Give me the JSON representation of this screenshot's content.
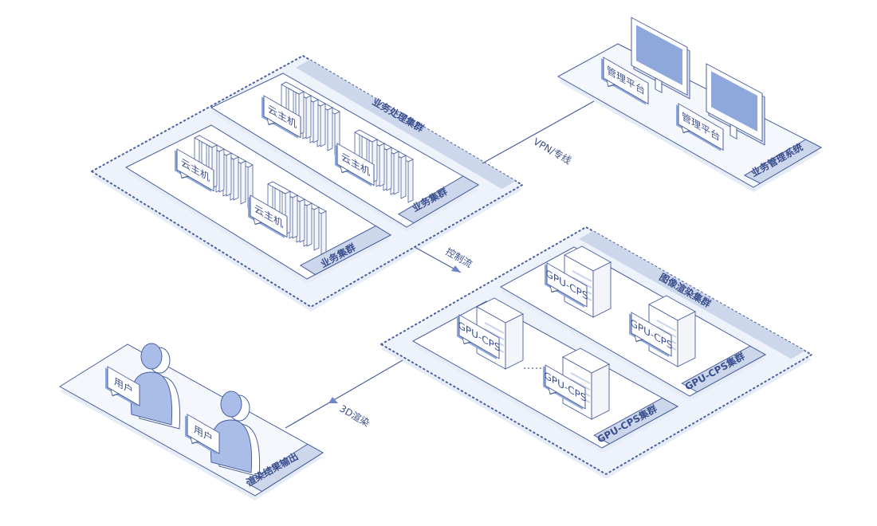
{
  "clusters": {
    "business_processing": "业务处理集群",
    "business_a": "业务集群",
    "business_b": "业务集群",
    "management": "业务管理系统",
    "render": "图像渲染集群",
    "gpu_a": "GPU-CPS集群",
    "gpu_b": "GPU-CPS集群",
    "output": "渲染结果输出"
  },
  "nodes": {
    "vm": [
      "云主机",
      "云主机",
      "云主机",
      "云主机"
    ],
    "gpu": [
      "GPU-CPS",
      "GPU-CPS",
      "GPU-CPS",
      "GPU-CPS"
    ],
    "users": [
      "用户",
      "用户"
    ],
    "mgmt": [
      "管理平台",
      "管理平台"
    ]
  },
  "links": {
    "vpn": "VPN/专线",
    "control": "控制流",
    "render3d": "3D渲染"
  },
  "colors": {
    "stroke": "#4a5f9e",
    "band": "#cdd7ec",
    "accent": "#8fa8dc",
    "shadow": "#e6edf8"
  }
}
